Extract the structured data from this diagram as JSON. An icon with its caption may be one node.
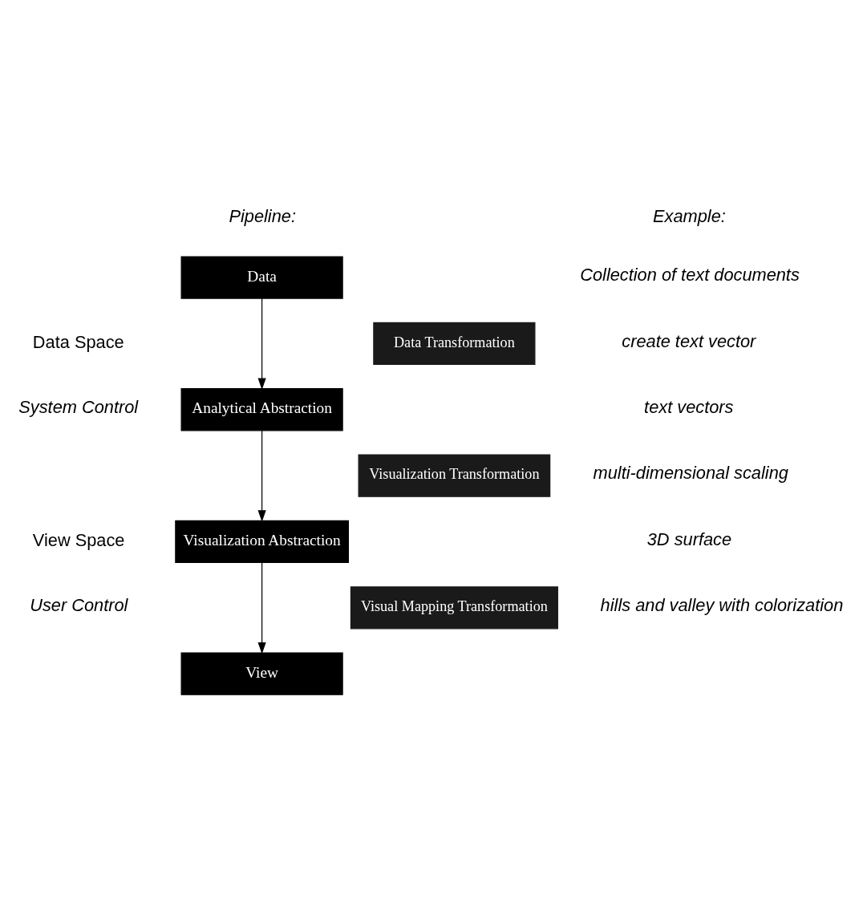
{
  "diagram": {
    "nodes": [
      {
        "text": [
          "Data"
        ]
      },
      {
        "text": [
          "Data Transformation"
        ]
      },
      {
        "text": [
          "Analytical Abstraction"
        ]
      },
      {
        "text": [
          "Visualization Transformation"
        ]
      },
      {
        "text": [
          "Visualization Abstraction"
        ]
      },
      {
        "text": [
          "Visual Mapping Transformation"
        ]
      },
      {
        "text": [
          "View"
        ]
      }
    ],
    "edges": [
      {
        "from": 0,
        "to": 2,
        "arrow": "to"
      },
      {
        "from": 2,
        "to": 4,
        "arrow": "to"
      },
      {
        "from": 4,
        "to": 6,
        "arrow": "to"
      }
    ],
    "labels": [
      "Pipeline:",
      "Example:",
      "Collection of text documents",
      "Data Space",
      "create text vector",
      "System Control",
      "text vectors",
      "multi-dimensional scaling",
      "View Space",
      "3D surface",
      "User Control",
      "hills and valley with colorization"
    ]
  }
}
